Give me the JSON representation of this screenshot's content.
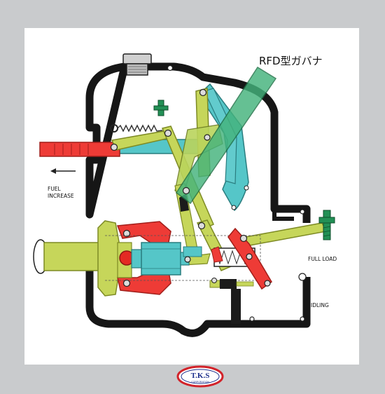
{
  "title": "RFD型ガバナ",
  "labels": {
    "fuel_increase_line1": "FUEL",
    "fuel_increase_line2": "INCREASE",
    "full_load": "FULL LOAD",
    "idling": "IDLING"
  },
  "logo": {
    "text": "T.K.S",
    "subtext": "CORPORATION"
  },
  "colors": {
    "background": "#c9cbcd",
    "panel": "#ffffff",
    "housing": "#161616",
    "red": "#ee3b36",
    "cyan": "#55c6c8",
    "yellow_green": "#c6d65a",
    "green": "#44b37c",
    "logo_blue": "#1c2f8c",
    "logo_red": "#d2232a"
  }
}
